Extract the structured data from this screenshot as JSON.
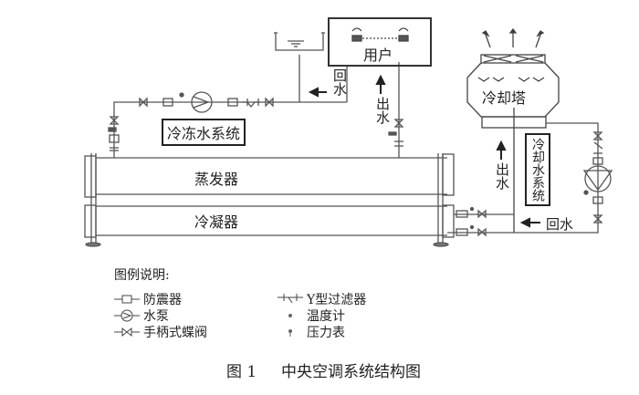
{
  "diagram": {
    "user": "用户",
    "cooling_tower": "冷却塔",
    "evaporator": "蒸发器",
    "condenser": "冷凝器",
    "chilled_water_system": "冷冻水系统",
    "cooling_water_system": "冷却水系统",
    "return_water_chilled": "回水",
    "supply_water_chilled": "出水",
    "supply_water_cooling": "出水",
    "return_water_cooling": "回水"
  },
  "legend": {
    "title": "图例说明:",
    "items": [
      {
        "symbol": "shock-absorber-icon",
        "label": "防震器"
      },
      {
        "symbol": "water-pump-icon",
        "label": "水泵"
      },
      {
        "symbol": "butterfly-valve-icon",
        "label": "手柄式蝶阀"
      },
      {
        "symbol": "y-strainer-icon",
        "label": "Y型过滤器"
      },
      {
        "symbol": "thermometer-icon",
        "label": "温度计"
      },
      {
        "symbol": "pressure-gauge-icon",
        "label": "压力表"
      }
    ]
  },
  "caption": {
    "number": "图 1",
    "title": "中央空调系统结构图"
  },
  "colors": {
    "line": "#444444",
    "text": "#222222",
    "background": "#ffffff"
  }
}
